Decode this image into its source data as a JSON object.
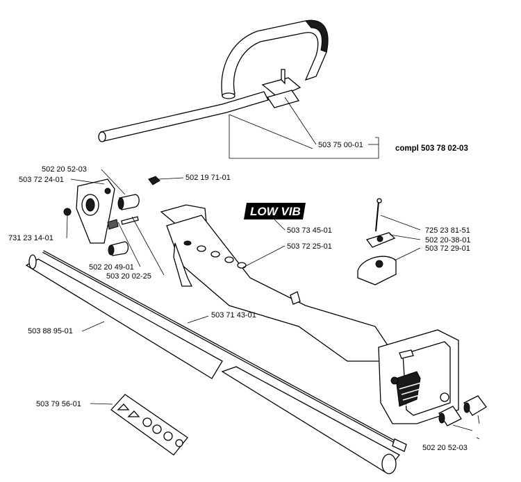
{
  "parts": {
    "p1": "503 75 00-01",
    "compl": "compl 503 78 02-03",
    "p2": "502 20 52-03",
    "p3": "503 72 24-01",
    "p4": "502 19 71-01",
    "p5": "503 73 45-01",
    "p6": "725 23 81-51",
    "p7": "502 20-38-01",
    "p8": "503 72 29-01",
    "p9": "731 23 14-01",
    "p10": "503 72 25-01",
    "p11": "502 20 49-01",
    "p12": "503 20 02-25",
    "p13": "503 71 43-01",
    "p14": "503 88 95-01",
    "p15": "503 79 56-01",
    "p16": "502 20 52-03"
  },
  "logo": "LOW VIB"
}
